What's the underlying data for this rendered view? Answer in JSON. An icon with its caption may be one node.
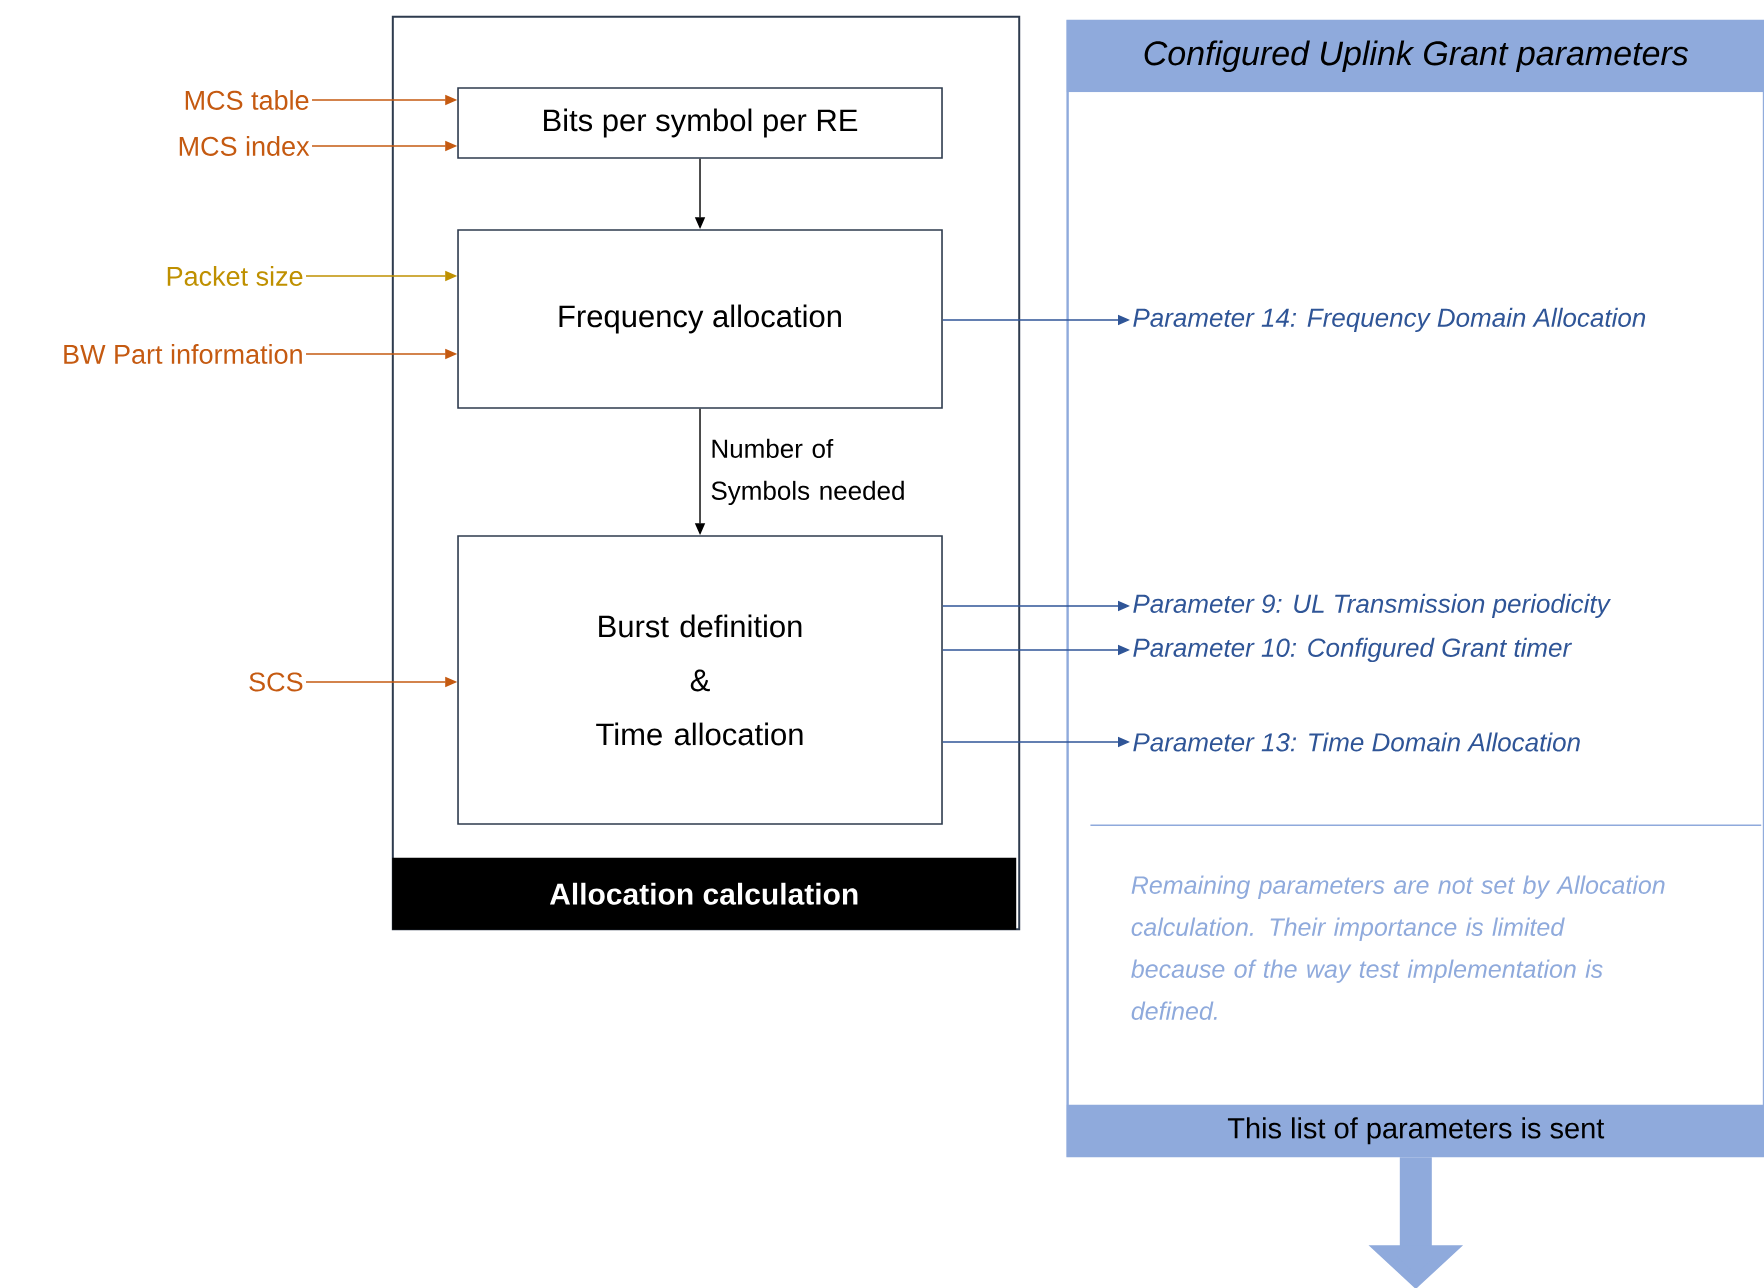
{
  "diagram": {
    "nodes": [
      {
        "text": [
          "Allocation calculation"
        ]
      },
      {
        "text": [
          "Bits per symbol per RE"
        ],
        "in": 0
      },
      {
        "text": [
          "Frequency allocation"
        ],
        "in": 0
      },
      {
        "text": [
          "Burst definition & Time allocation"
        ],
        "in": 0
      },
      {
        "text": [
          "MCS table"
        ]
      },
      {
        "text": [
          "MCS index"
        ]
      },
      {
        "text": [
          "Packet size"
        ]
      },
      {
        "text": [
          "BW Part information"
        ]
      },
      {
        "text": [
          "SCS"
        ]
      },
      {
        "text": [
          "Configured Uplink Grant parameters",
          "Remaining parameters are not set by Allocation calculation. Their importance is limited because of the way test implementation is defined.",
          "This list of parameters is sent"
        ]
      },
      {
        "text": [
          "Parameter 14: Frequency Domain Allocation"
        ],
        "in": 9
      },
      {
        "text": [
          "Parameter 9: UL Transmission periodicity"
        ],
        "in": 9
      },
      {
        "text": [
          "Parameter 10: Configured Grant timer"
        ],
        "in": 9
      },
      {
        "text": [
          "Parameter 13: Time Domain Allocation"
        ],
        "in": 9
      }
    ],
    "edges": [
      {
        "from": 4,
        "to": 1,
        "arrow": "to",
        "color": "#c55a11"
      },
      {
        "from": 5,
        "to": 1,
        "arrow": "to",
        "color": "#c55a11"
      },
      {
        "from": 6,
        "to": 2,
        "arrow": "to",
        "color": "#bf9000"
      },
      {
        "from": 7,
        "to": 2,
        "arrow": "to",
        "color": "#c55a11"
      },
      {
        "from": 8,
        "to": 3,
        "arrow": "to",
        "color": "#c55a11"
      },
      {
        "from": 1,
        "to": 2,
        "arrow": "to",
        "color": "#000000"
      },
      {
        "from": 2,
        "to": 3,
        "arrow": "to",
        "label": "Number of Symbols needed",
        "color": "#000000"
      },
      {
        "from": 2,
        "to": 10,
        "arrow": "to",
        "color": "#2f5597"
      },
      {
        "from": 3,
        "to": 11,
        "arrow": "to",
        "color": "#2f5597"
      },
      {
        "from": 3,
        "to": 12,
        "arrow": "to",
        "color": "#2f5597"
      },
      {
        "from": 3,
        "to": 13,
        "arrow": "to",
        "color": "#2f5597"
      },
      {
        "from": 9,
        "to": null,
        "arrow": "to",
        "style": "thick",
        "color": "#8faadc"
      }
    ]
  }
}
